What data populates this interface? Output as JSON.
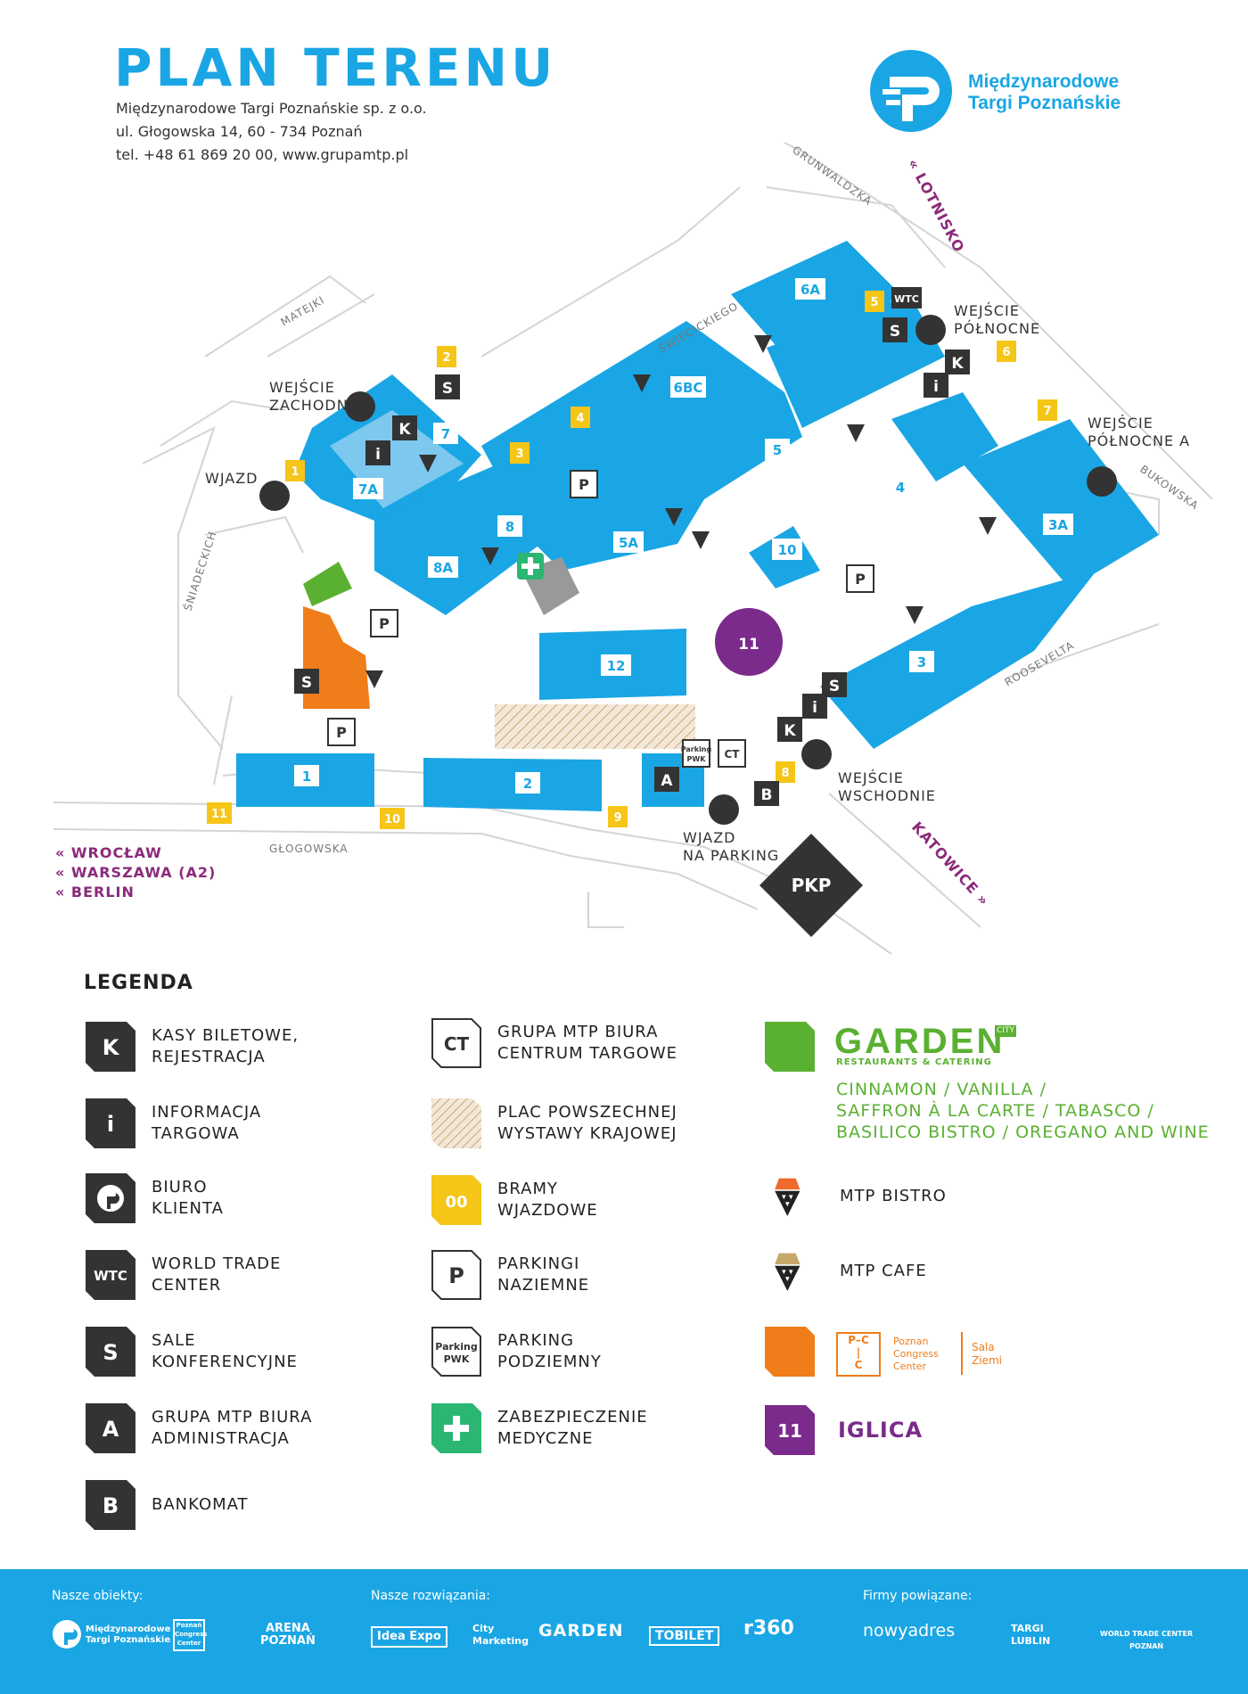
{
  "header": {
    "title": "PLAN TERENU",
    "address_line1": "Międzynarodowe Targi Poznańskie sp. z o.o.",
    "address_line2": "ul. Głogowska 14, 60 - 734 Poznań",
    "address_line3": "tel. +48 61 869 20 00, www.grupamtp.pl",
    "logo_line1": "Międzynarodowe",
    "logo_line2": "Targi Poznańskie"
  },
  "colors": {
    "hall_blue": "#1aa6e4",
    "gate_yellow": "#f5c518",
    "pcc_orange": "#ef7d1a",
    "garden_green": "#5ab031",
    "iglica_purple": "#7a2b8b",
    "icon_dark": "#333333",
    "destination_purple": "#8b2a7a"
  },
  "map": {
    "halls": [
      "1",
      "2",
      "3",
      "3A",
      "4",
      "5",
      "5A",
      "6A",
      "6BC",
      "7",
      "7A",
      "8",
      "8A",
      "10",
      "12"
    ],
    "gates": [
      "1",
      "2",
      "3",
      "4",
      "5",
      "6",
      "7",
      "8",
      "9",
      "10",
      "11"
    ],
    "iglica_number": "11",
    "entrances": {
      "west": "WEJŚCIE\nZACHODNIE",
      "north": "WEJŚCIE\nPÓŁNOCNE",
      "north_a": "WEJŚCIE\nPÓŁNOCNE A",
      "east": "WEJŚCIE\nWSCHODNIE",
      "entry": "WJAZD",
      "parking_entry": "WJAZD\nNA PARKING"
    },
    "streets": {
      "grunwaldzka": "GRUNWALDZKA",
      "matejki": "MATEJKI",
      "swiecickiego": "ŚWIECICKIEGO",
      "bukowska": "BUKOWSKA",
      "sniadeckich": "ŚNIADECKICH",
      "roosevelta": "ROOSEVELTA",
      "glogowska": "GŁOGOWSKA"
    },
    "destinations": {
      "lotnisko": "« LOTNISKO",
      "katowice": "KATOWICE »",
      "wroclaw": "« WROCŁAW",
      "warszawa": "« WARSZAWA (A2)",
      "berlin": "« BERLIN"
    },
    "pkp": "PKP",
    "parking_pwk_line1": "Parking",
    "parking_pwk_line2": "PWK",
    "icon_letters": {
      "K": "K",
      "i": "i",
      "S": "S",
      "A": "A",
      "B": "B",
      "P": "P",
      "CT": "CT",
      "WTC": "WTC"
    }
  },
  "legend": {
    "title": "LEGENDA",
    "col1": [
      {
        "icon": "K",
        "label": "KASY BILETOWE,\nREJESTRACJA"
      },
      {
        "icon": "i",
        "label": "INFORMACJA\nTARGOWA"
      },
      {
        "icon": "mtp",
        "label": "BIURO\nKLIENTA"
      },
      {
        "icon": "WTC",
        "label": "WORLD TRADE\nCENTER"
      },
      {
        "icon": "S",
        "label": "SALE\nKONFERENCYJNE"
      },
      {
        "icon": "A",
        "label": "GRUPA MTP BIURA\nADMINISTRACJA"
      },
      {
        "icon": "B",
        "label": "BANKOMAT"
      }
    ],
    "col2": [
      {
        "icon": "CT",
        "label": "GRUPA MTP BIURA\nCENTRUM TARGOWE"
      },
      {
        "icon": "hatch",
        "label": "PLAC POWSZECHNEJ\nWYSTAWY KRAJOWEJ"
      },
      {
        "icon": "00",
        "label": "BRAMY\nWJAZDOWE"
      },
      {
        "icon": "P",
        "label": "PARKINGI\nNAZIEMNE"
      },
      {
        "icon": "Parking PWK",
        "label": "PARKING\nPODZIEMNY"
      },
      {
        "icon": "cross",
        "label": "ZABEZPIECZENIE\nMEDYCZNE"
      }
    ],
    "garden_logo": "GARDEN",
    "garden_logo_city": "CITY",
    "garden_sub": "RESTAURANTS & CATERING",
    "garden_list": "CINNAMON / VANILLA /\nSAFFRON À LA CARTE / TABASCO /\nBASILICO BISTRO / OREGANO AND WINE",
    "bistro": "MTP BISTRO",
    "cafe": "MTP CAFE",
    "pcc_logo_left": "P–C\n|\nC",
    "pcc_logo_mid": "Poznan\nCongress\nCenter",
    "pcc_logo_right": "Sala\nZiemi",
    "iglica_icon": "11",
    "iglica_label": "IGLICA"
  },
  "footer": {
    "heading1": "Nasze obiekty:",
    "heading2": "Nasze rozwiązania:",
    "heading3": "Firmy powiązane:",
    "mtp_line1": "Międzynarodowe",
    "mtp_line2": "Targi Poznańskie",
    "pcc": "Poznań\nCongress\nCenter",
    "arena": "ARENA\nPOZNAŃ",
    "idea": "Idea Expo",
    "city": "City\nMarketing",
    "garden": "GARDEN",
    "bilet": "TOBILET",
    "r360": "r360",
    "nowyadres": "nowyadres",
    "targi_lublin": "TARGI\nLUBLIN",
    "wtc": "WORLD TRADE CENTER\nPOZNAŃ"
  }
}
